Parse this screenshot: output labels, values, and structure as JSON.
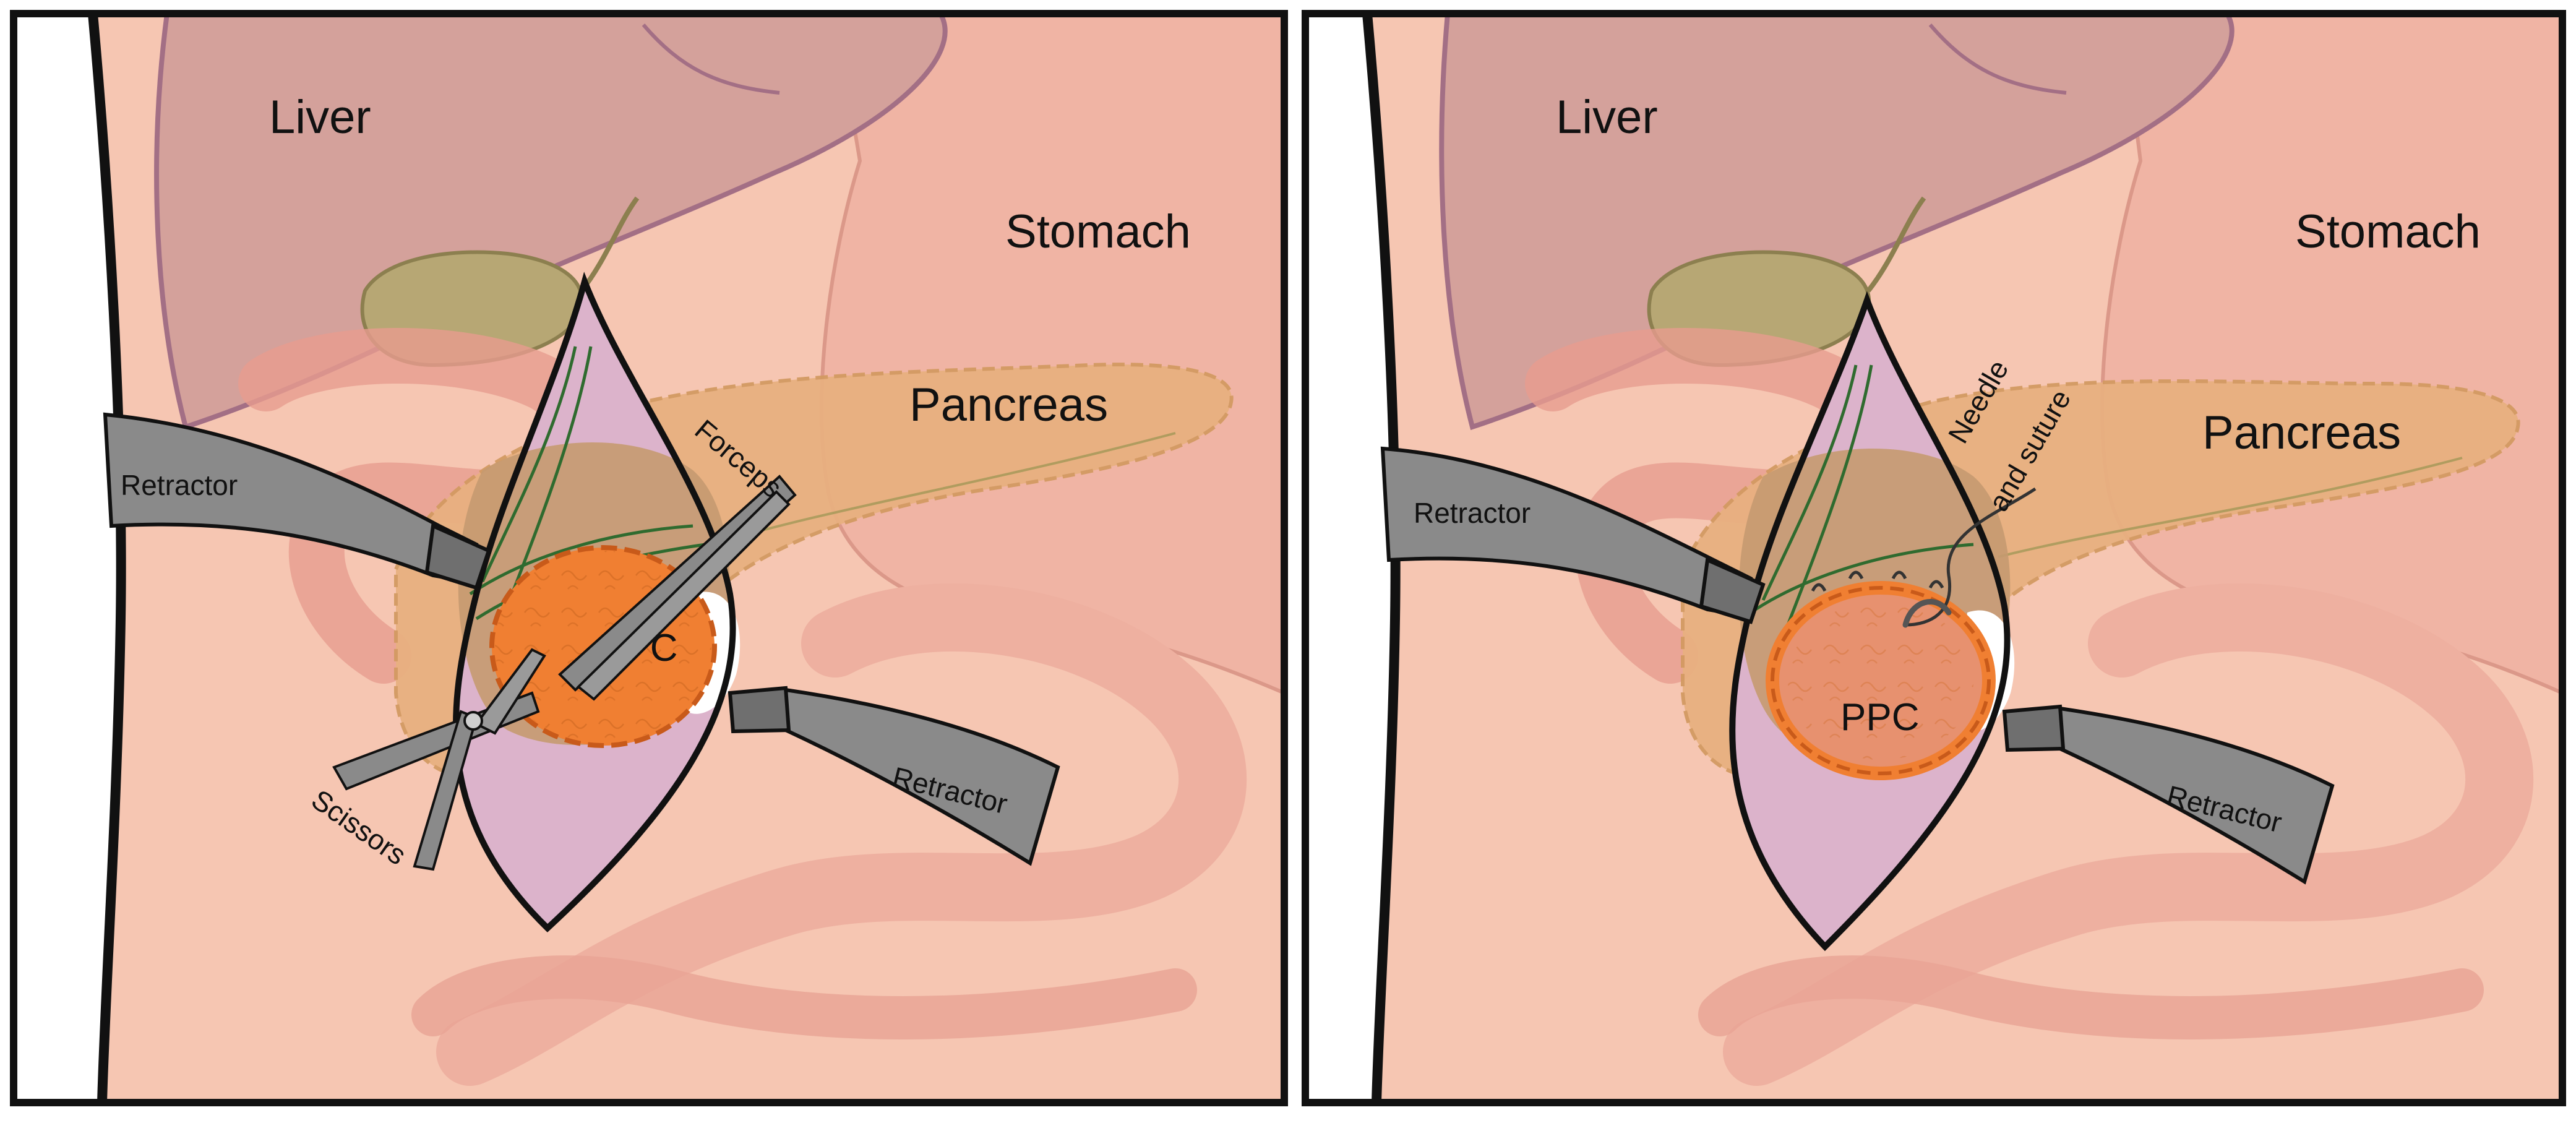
{
  "panels": [
    {
      "id": "before",
      "labels": {
        "liver": "Liver",
        "stomach": "Stomach",
        "pancreas": "Pancreas",
        "retractor_left": "Retractor",
        "retractor_right": "Retractor",
        "forceps": "Forceps",
        "scissors": "Scissors",
        "ppc": "PPC"
      }
    },
    {
      "id": "after",
      "labels": {
        "liver": "Liver",
        "stomach": "Stomach",
        "pancreas": "Pancreas",
        "retractor_left": "Retractor",
        "retractor_right": "Retractor",
        "needle_line1": "Needle",
        "needle_line2": "and suture",
        "ppc": "PPC"
      }
    }
  ],
  "colors": {
    "background_tissue": "#f6c6b2",
    "liver": "#d4a19b",
    "gallbladder": "#b7a774",
    "pancreas": "#e8b080",
    "bowel": "#efb3a2",
    "pericardium_lilac": "#dcb3cb",
    "ppc_active": "#f07f32",
    "ppc_drained": "#e7916f",
    "ppc_dash": "#c85a1a",
    "instrument": "#8a8a8a",
    "outline": "#111111"
  }
}
